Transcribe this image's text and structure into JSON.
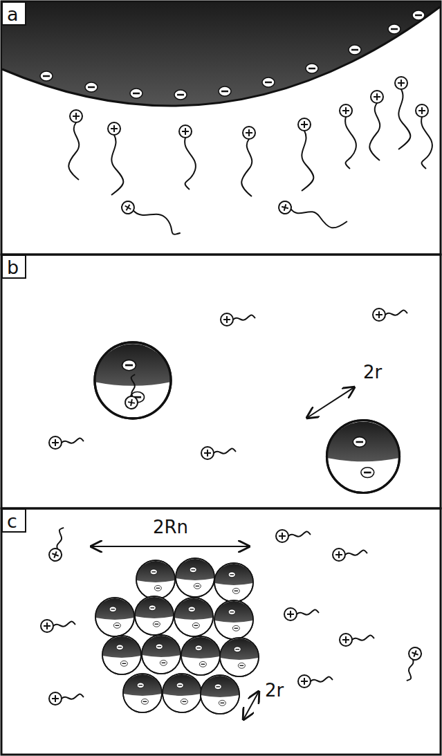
{
  "diagram": {
    "nodes": [
      {
        "text": [
          "a"
        ]
      },
      {
        "text": [
          "b"
        ]
      },
      {
        "text": [
          "c"
        ]
      }
    ],
    "labels": [
      "2r",
      "2Rn",
      "2r"
    ]
  }
}
